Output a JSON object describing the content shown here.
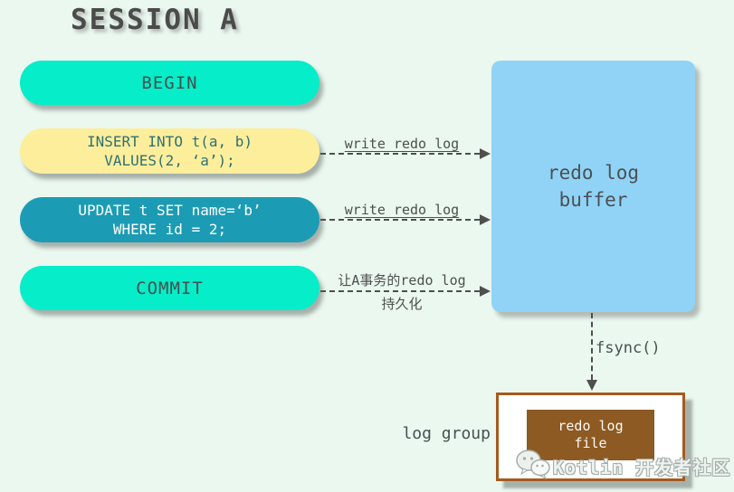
{
  "title": "SESSION A",
  "pills": {
    "begin": "BEGIN",
    "insert_line1": "INSERT INTO t(a, b)",
    "insert_line2": "VALUES(2, ‘a’);",
    "update_line1": "UPDATE t SET name=‘b’",
    "update_line2": "WHERE id = 2;",
    "commit": "COMMIT"
  },
  "arrows": {
    "insert_to_buffer": "write redo log",
    "update_to_buffer": "write redo log",
    "commit_to_buffer_line1": "让A事务的redo log",
    "commit_to_buffer_line2": "持久化",
    "buffer_to_file": "fsync()"
  },
  "redo_log_buffer": {
    "line1": "redo log",
    "line2": "buffer"
  },
  "log_group": {
    "label": "log group",
    "file_line1": "redo log",
    "file_line2": "file"
  },
  "watermark": {
    "icon": "wechat-icon",
    "text": "Kotlin 开发者社区"
  },
  "colors": {
    "background": "#EAF8EF",
    "pill_teal": "#06EDC9",
    "pill_yellow": "#FDEE9C",
    "pill_dark_teal": "#1C9BB4",
    "buffer_blue": "#90D3F6",
    "file_brown": "#8D5A23",
    "box_border_brown": "#A55A1E",
    "arrow_gray": "#4F4F4F",
    "text_dark": "#4B5054"
  }
}
